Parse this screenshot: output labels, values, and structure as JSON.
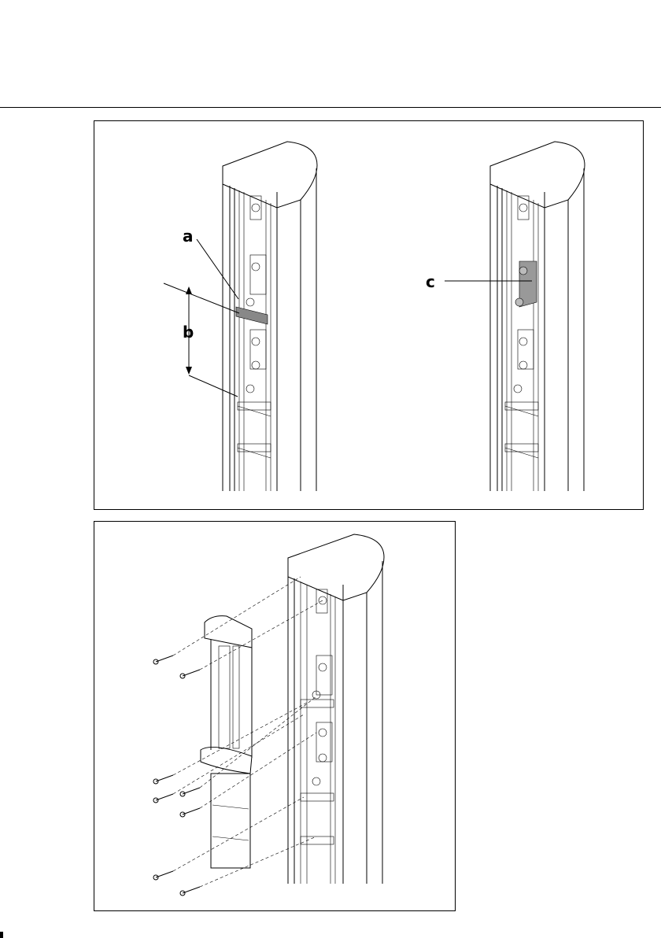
{
  "callouts": {
    "a": "a",
    "b": "b",
    "c": "c"
  }
}
